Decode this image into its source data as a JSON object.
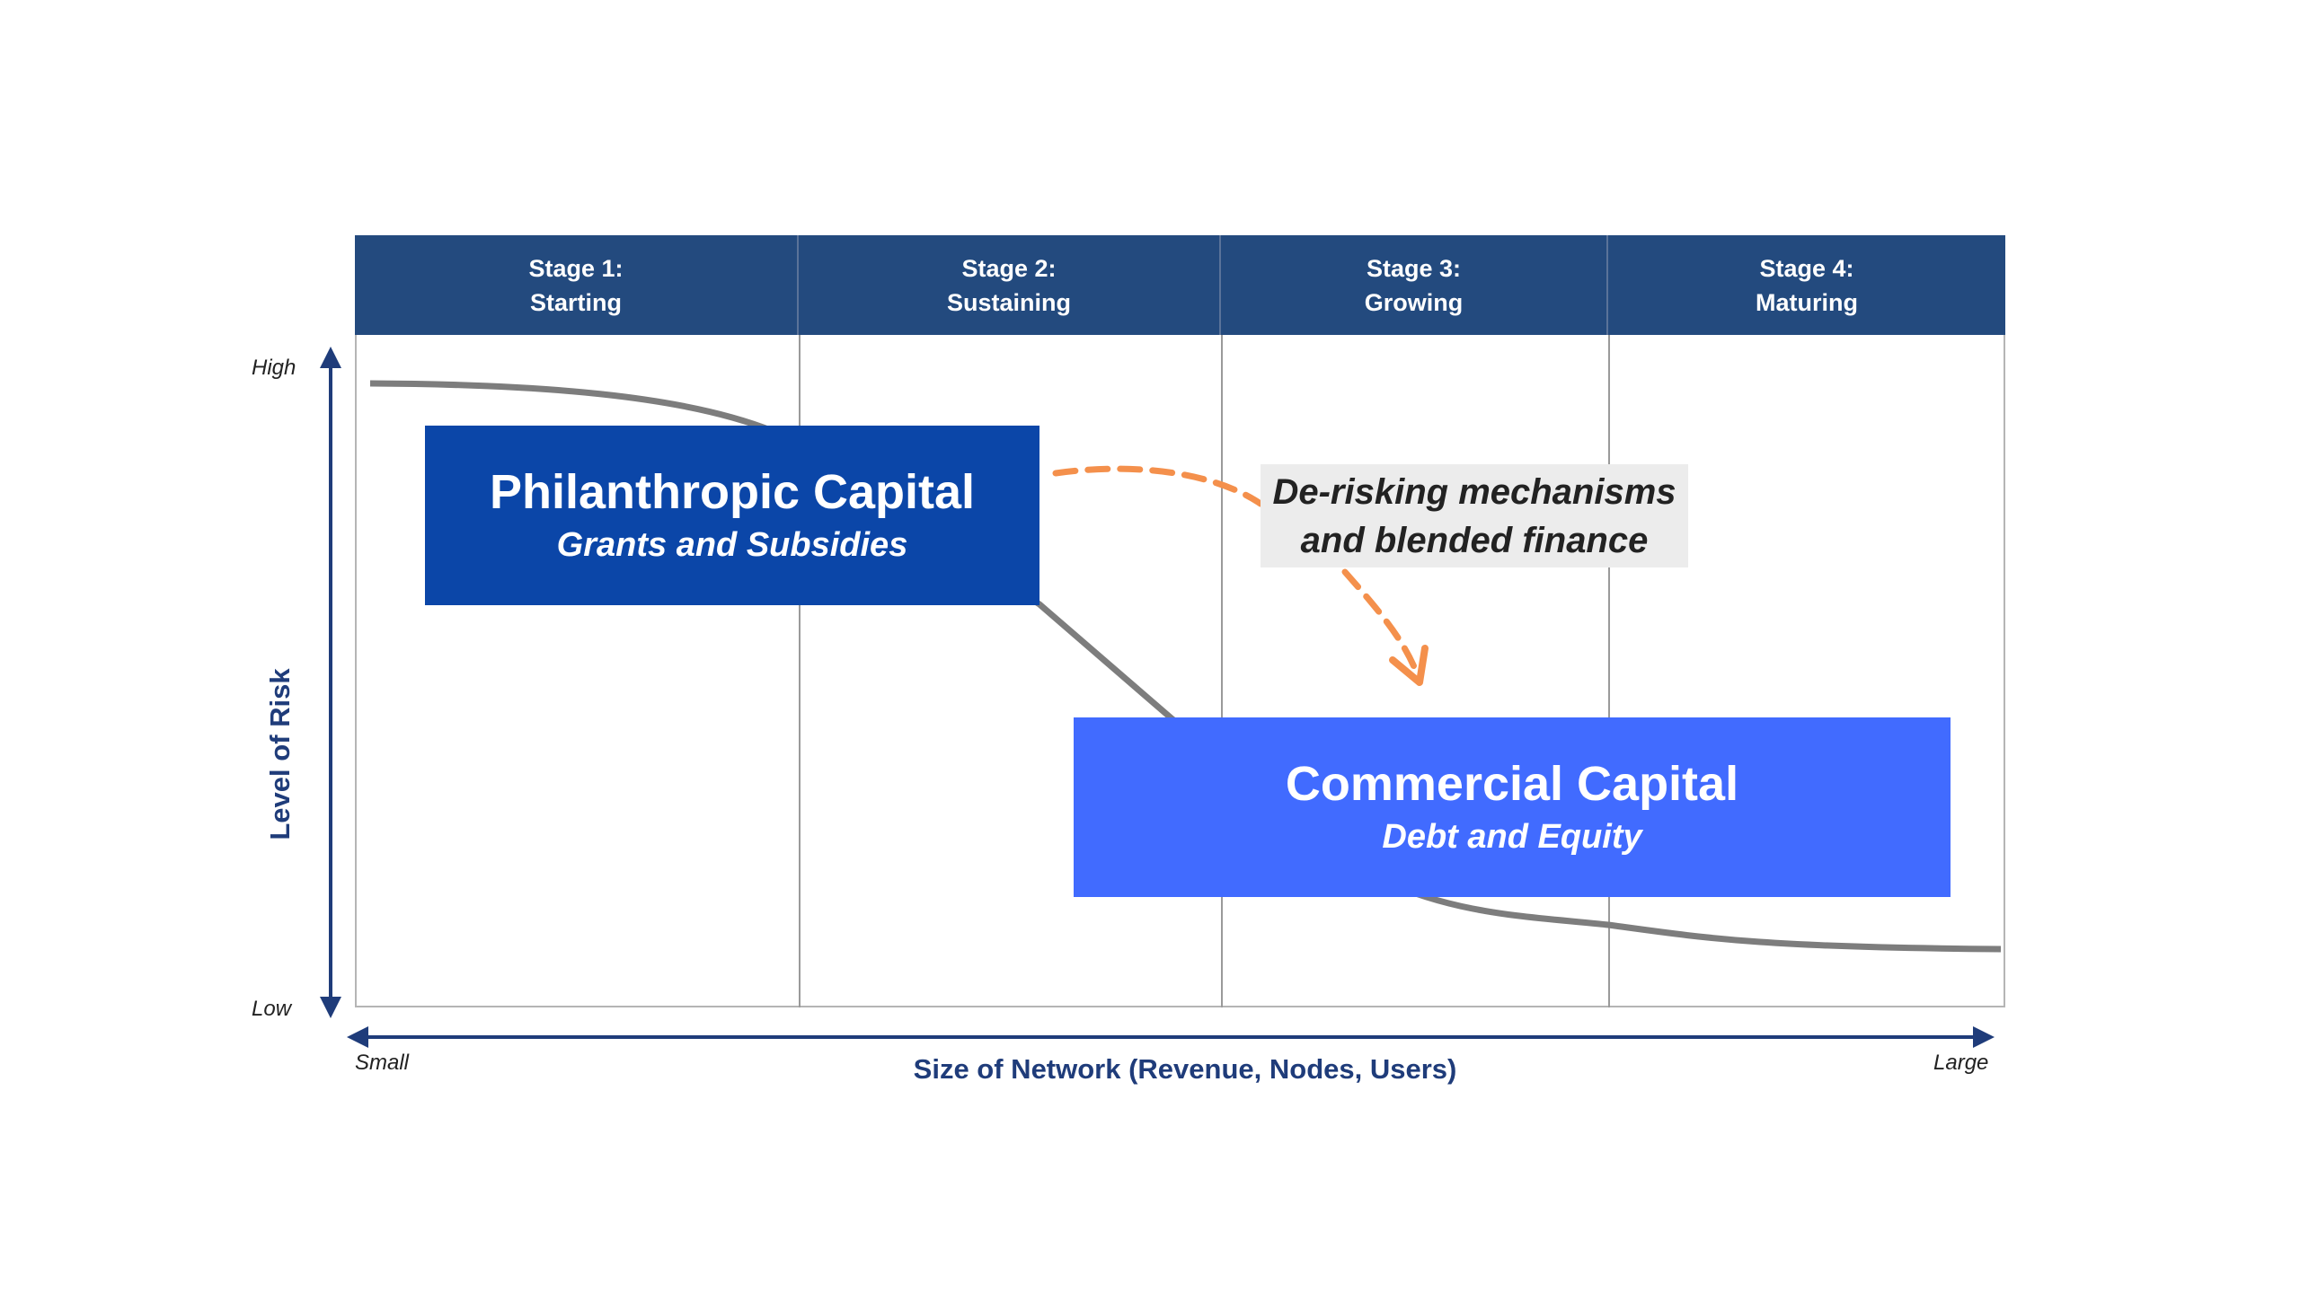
{
  "header": {
    "stages": [
      {
        "line1": "Stage 1:",
        "line2": "Starting"
      },
      {
        "line1": "Stage 2:",
        "line2": "Sustaining"
      },
      {
        "line1": "Stage 3:",
        "line2": "Growing"
      },
      {
        "line1": "Stage 4:",
        "line2": "Maturing"
      }
    ]
  },
  "y_axis": {
    "title": "Level of Risk",
    "high": "High",
    "low": "Low"
  },
  "x_axis": {
    "title": "Size of Network (Revenue, Nodes, Users)",
    "small": "Small",
    "large": "Large"
  },
  "philanthropic": {
    "title": "Philanthropic Capital",
    "subtitle": "Grants and Subsidies"
  },
  "commercial": {
    "title": "Commercial Capital",
    "subtitle": "Debt and Equity"
  },
  "derisking": {
    "line1": "De-risking mechanisms",
    "line2": "and blended finance"
  },
  "colors": {
    "header": "#234a7e",
    "philanthropic": "#0b46a8",
    "commercial": "#416bff",
    "arrow": "#f4904c",
    "axis": "#1f3c7a",
    "curve": "#7a7a7a"
  }
}
